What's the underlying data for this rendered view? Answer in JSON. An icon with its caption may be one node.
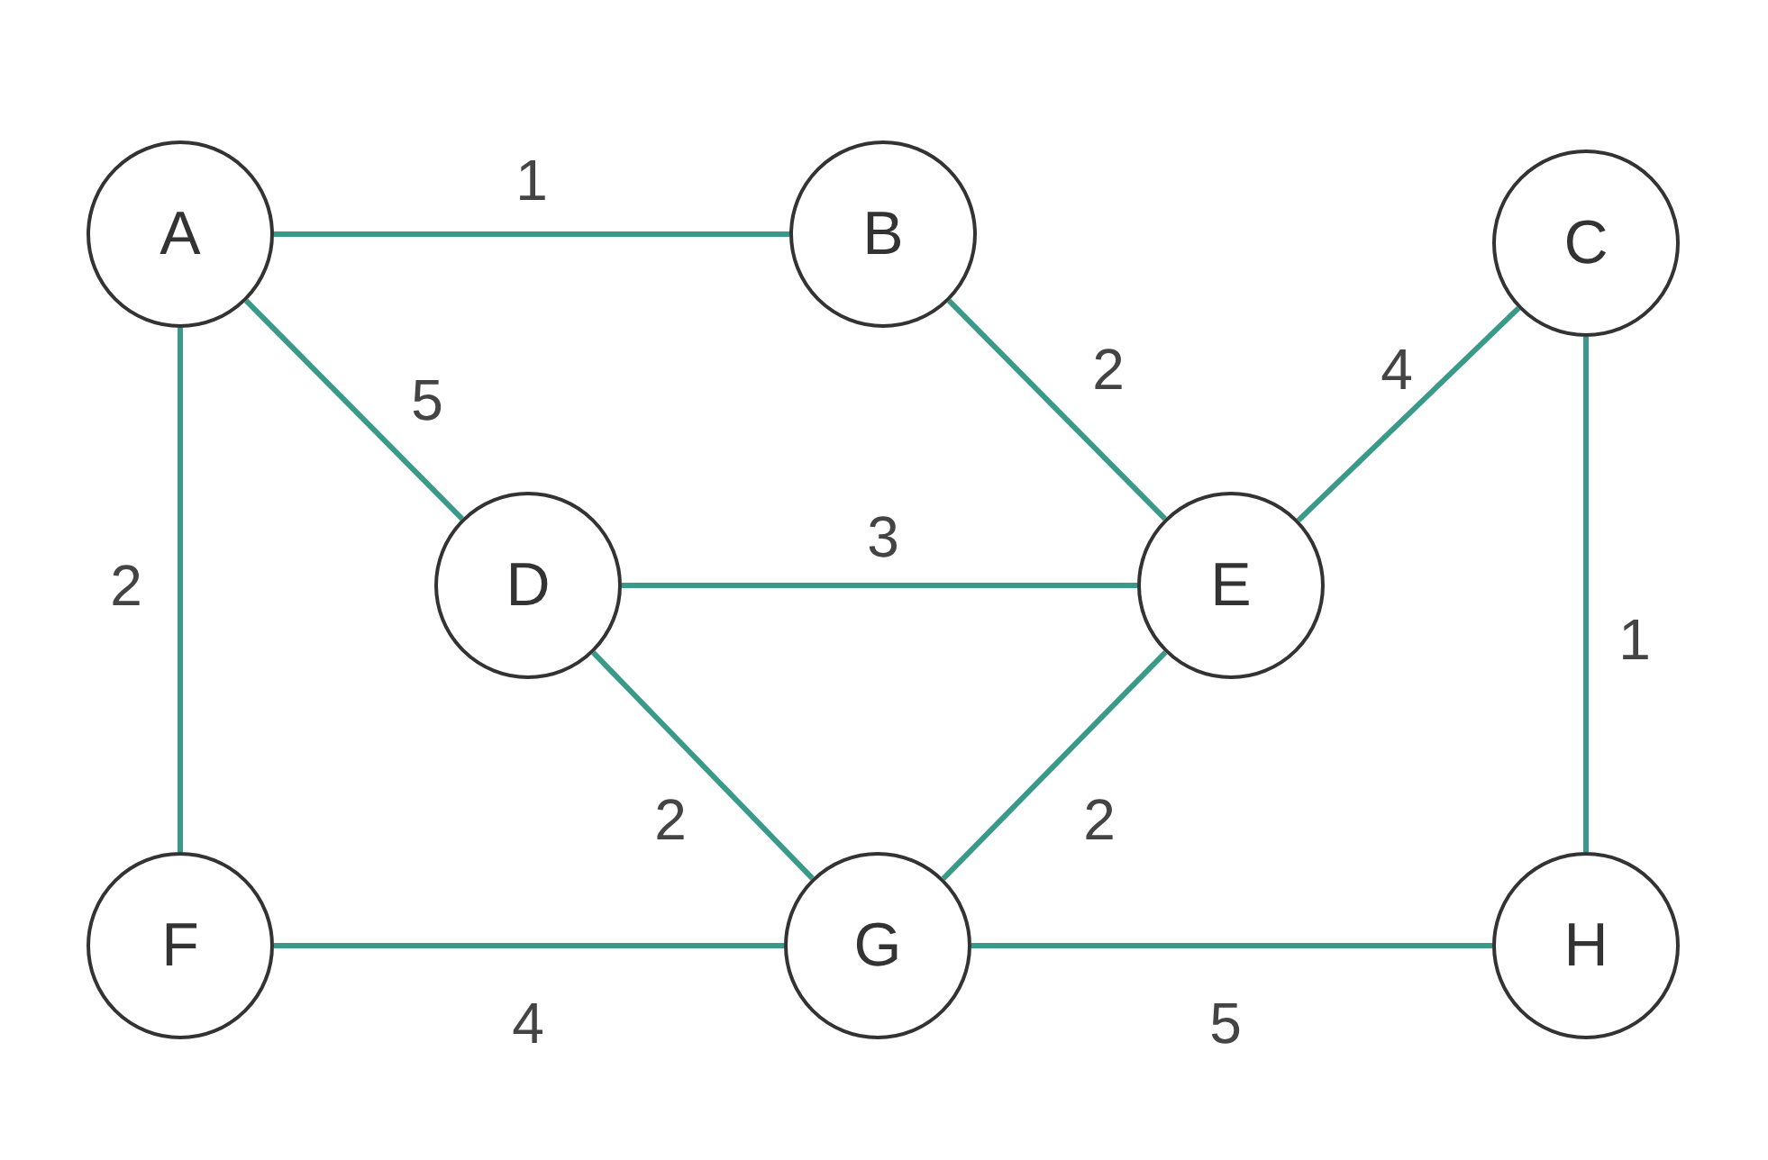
{
  "diagram": {
    "nodes": [
      {
        "text": [
          "A"
        ]
      },
      {
        "text": [
          "B"
        ]
      },
      {
        "text": [
          "C"
        ]
      },
      {
        "text": [
          "D"
        ]
      },
      {
        "text": [
          "E"
        ]
      },
      {
        "text": [
          "F"
        ]
      },
      {
        "text": [
          "G"
        ]
      },
      {
        "text": [
          "H"
        ]
      }
    ],
    "edges": [
      {
        "from": 0,
        "to": 1,
        "arrow": "none",
        "label": "1"
      },
      {
        "from": 0,
        "to": 3,
        "arrow": "none",
        "label": "5"
      },
      {
        "from": 0,
        "to": 5,
        "arrow": "none",
        "label": "2"
      },
      {
        "from": 1,
        "to": 4,
        "arrow": "none",
        "label": "2"
      },
      {
        "from": 2,
        "to": 4,
        "arrow": "none",
        "label": "4"
      },
      {
        "from": 2,
        "to": 7,
        "arrow": "none",
        "label": "1"
      },
      {
        "from": 3,
        "to": 4,
        "arrow": "none",
        "label": "3"
      },
      {
        "from": 3,
        "to": 6,
        "arrow": "none",
        "label": "2"
      },
      {
        "from": 4,
        "to": 6,
        "arrow": "none",
        "label": "2"
      },
      {
        "from": 5,
        "to": 6,
        "arrow": "none",
        "label": "4"
      },
      {
        "from": 6,
        "to": 7,
        "arrow": "none",
        "label": "5"
      }
    ]
  }
}
